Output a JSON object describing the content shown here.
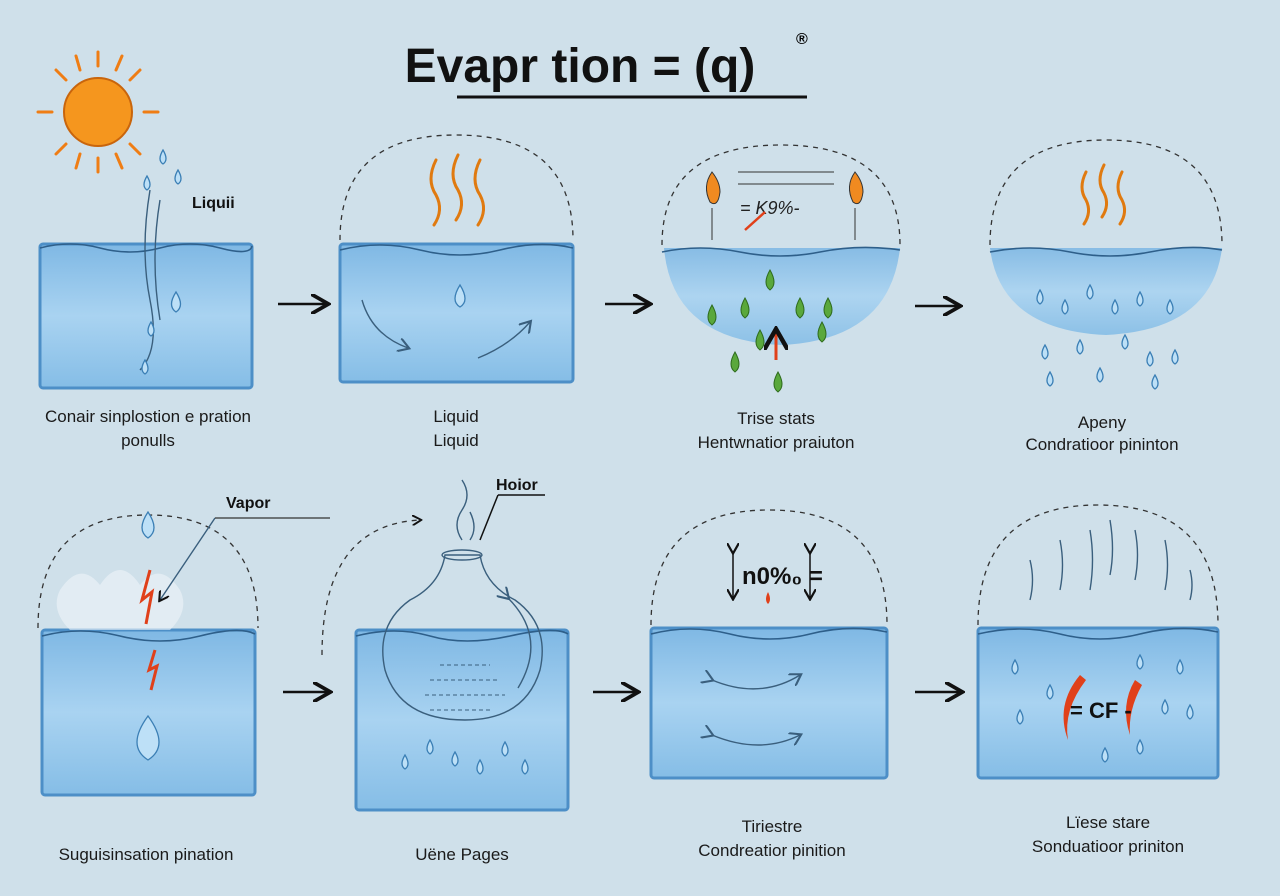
{
  "title": "Evapr tion = (q)",
  "title_mark": "®",
  "colors": {
    "background": "#cfe0ea",
    "water": "#8ec3ea",
    "tank_border": "#4d8fc7",
    "sun": "#f5961e",
    "accent_red": "#e0401a",
    "green_drop": "#5aa83c"
  },
  "top_row": [
    {
      "annotation": "Liquii",
      "caption": [
        "Conair sinplostion e pration",
        "ponulls"
      ]
    },
    {
      "caption": [
        "Liquid",
        "Liquid"
      ]
    },
    {
      "annotation": "= K9%-",
      "caption": [
        "Trise stats",
        "Hentwnatior praiuton"
      ]
    },
    {
      "caption": [
        "Apeny",
        "Condratioor pininton"
      ]
    }
  ],
  "bottom_row": [
    {
      "annotation": "Vapor",
      "caption": [
        "Suguisinsation pination"
      ]
    },
    {
      "annotation": "Hoior",
      "caption": [
        "Uëne Pages"
      ]
    },
    {
      "annotation": "n0%₀ =",
      "caption": [
        "Tiriestre",
        "Condreatior pinition"
      ]
    },
    {
      "annotation": "= CF -",
      "caption": [
        "Lïese stare",
        "Sonduatioor priniton"
      ]
    }
  ]
}
